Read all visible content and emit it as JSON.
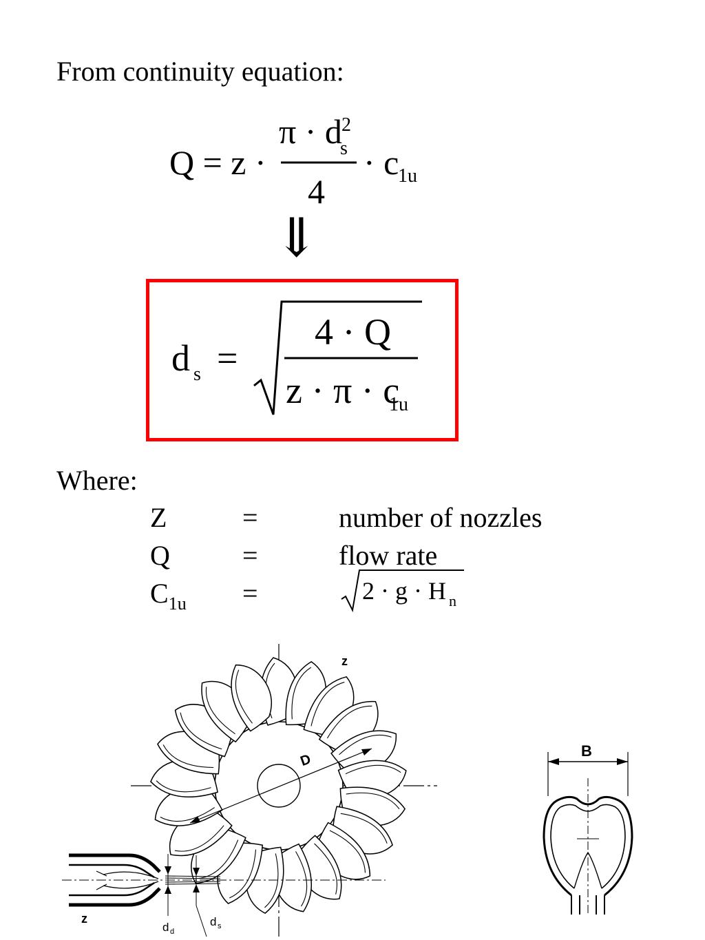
{
  "heading": "From continuity equation:",
  "continuity_equation": {
    "lhs": "Q = z ·",
    "numerator": "π · d",
    "numerator_sub": "s",
    "numerator_sup": "2",
    "denominator": "4",
    "rhs": "· c",
    "rhs_sub": "1u"
  },
  "implies_arrow": "⇓",
  "result_equation": {
    "lhs": "d",
    "lhs_sub": "s",
    "equals": "=",
    "numerator": "4 · Q",
    "denominator": "z · π · c",
    "denominator_sub": "1u",
    "box_color": "#ff0000"
  },
  "where_label": "Where:",
  "definitions": [
    {
      "symbol": "Z",
      "symbol_sub": "",
      "equals": "=",
      "meaning": "number of nozzles"
    },
    {
      "symbol": "Q",
      "symbol_sub": "",
      "equals": "=",
      "meaning": "flow rate"
    },
    {
      "symbol": "C",
      "symbol_sub": "1u",
      "equals": "=",
      "meaning": "2 · g · H",
      "meaning_sub": "n"
    }
  ],
  "figure": {
    "labels": {
      "top_z": "z",
      "diameter": "D",
      "nozzle_z": "z",
      "nozzle_dd": "d",
      "nozzle_dd_sub": "d",
      "jet_ds": "d",
      "jet_ds_sub": "s",
      "bucket_width": "B"
    },
    "bucket_count": 21
  }
}
